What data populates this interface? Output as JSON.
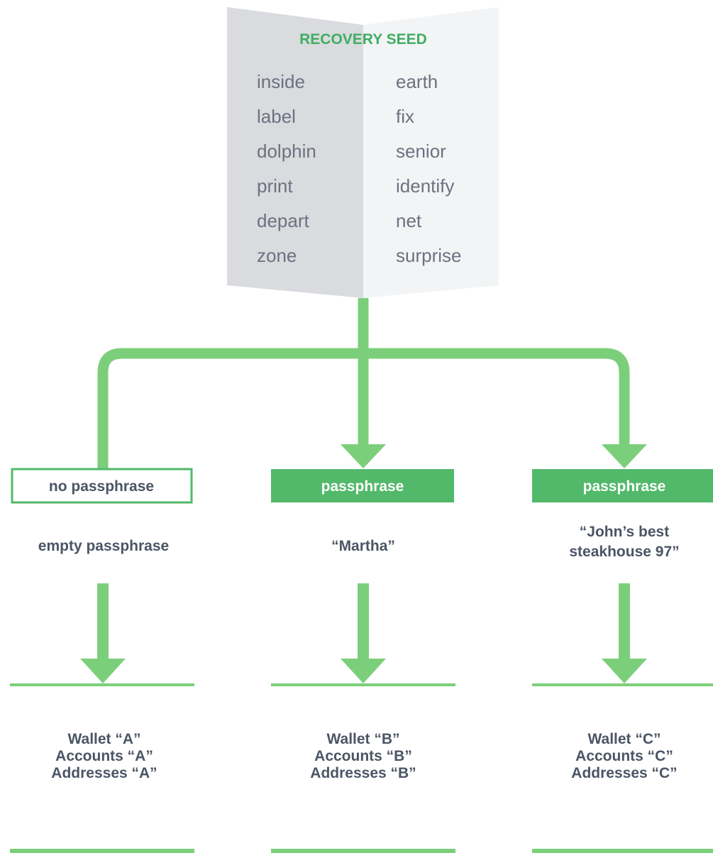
{
  "seed": {
    "title": "RECOVERY SEED",
    "left_words": [
      "inside",
      "label",
      "dolphin",
      "print",
      "depart",
      "zone"
    ],
    "right_words": [
      "earth",
      "fix",
      "senior",
      "identify",
      "net",
      "surprise"
    ]
  },
  "branches": [
    {
      "box_label": "no passphrase",
      "box_style": "outline",
      "passphrase_lines": [
        "empty passphrase"
      ],
      "wallet_lines": [
        "Wallet “A”",
        "Accounts “A”",
        "Addresses “A”"
      ]
    },
    {
      "box_label": "passphrase",
      "box_style": "filled",
      "passphrase_lines": [
        "“Martha”"
      ],
      "wallet_lines": [
        "Wallet “B”",
        "Accounts “B”",
        "Addresses “B”"
      ]
    },
    {
      "box_label": "passphrase",
      "box_style": "filled",
      "passphrase_lines": [
        "“John’s best",
        "steakhouse 97”"
      ],
      "wallet_lines": [
        "Wallet “C”",
        "Accounts “C”",
        "Addresses “C”"
      ]
    }
  ],
  "colors": {
    "green": "#7ccf7a",
    "green_dark": "#52b96a",
    "green_text": "#3fae63",
    "text": "#4b5565",
    "word_text": "#6b7280",
    "page_left": "#d9dbde",
    "page_right": "#f3f4f5"
  }
}
